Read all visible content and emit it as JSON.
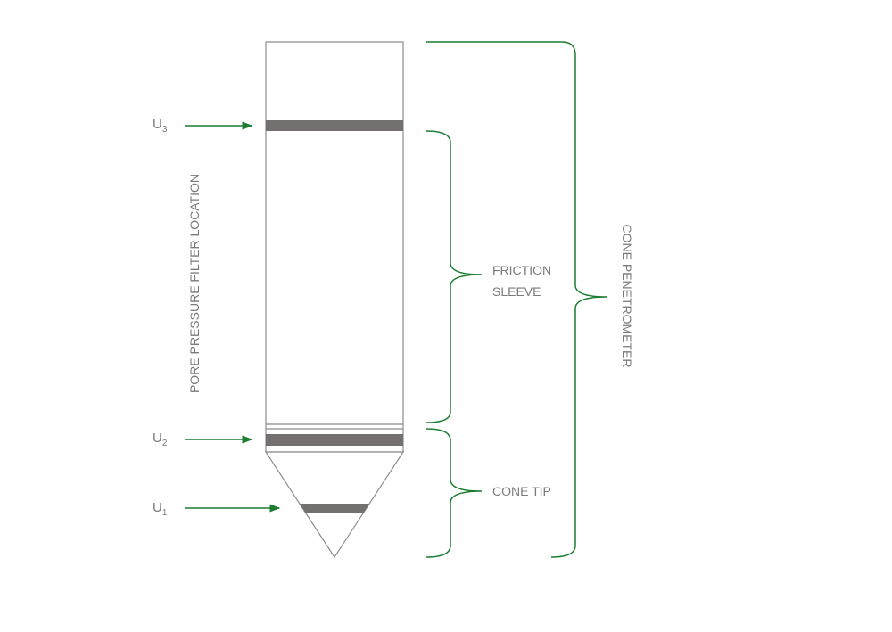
{
  "labels": {
    "u3": {
      "main": "U",
      "sub": "3"
    },
    "u2": {
      "main": "U",
      "sub": "2"
    },
    "u1": {
      "main": "U",
      "sub": "1"
    },
    "pore_pressure": "PORE PRESSURE FILTER LOCATION",
    "friction_sleeve_line1": "FRICTION",
    "friction_sleeve_line2": "SLEEVE",
    "cone_tip": "CONE TIP",
    "cone_penetrometer": "CONE PENETROMETER"
  },
  "colors": {
    "green": "#1e7d32",
    "band": "#747070",
    "outline": "#8c8c8c",
    "text": "#7a7a7a"
  }
}
